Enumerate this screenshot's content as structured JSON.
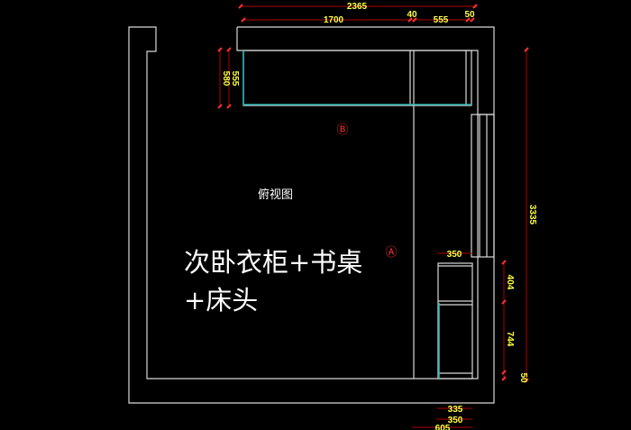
{
  "title_small": "俯视图",
  "title_big_line1": "次卧衣柜+书桌",
  "title_big_line2": "+床头",
  "markers": {
    "a": "Ⓐ",
    "b": "Ⓑ"
  },
  "dimensions": {
    "top_total": "2365",
    "top_left": "1700",
    "top_gap": "40",
    "top_right": "555",
    "top_end": "50",
    "depth_outer": "580",
    "depth_inner": "555",
    "right_total": "3335",
    "desk_width": "350",
    "desk_upper": "404",
    "desk_lower": "744",
    "desk_base": "50",
    "bottom_1": "335",
    "bottom_2": "350",
    "bottom_3": "605"
  },
  "colors": {
    "wall": "#d8d8d8",
    "cabinet": "#2ab3b3",
    "dimension_line": "#b00000",
    "dimension_text": "#ffff40"
  }
}
